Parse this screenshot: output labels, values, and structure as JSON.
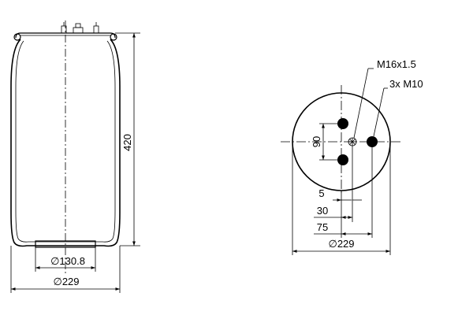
{
  "side_view": {
    "height_label": "420",
    "inner_diameter_label": "130.8",
    "outer_diameter_label": "229",
    "diameter_symbol": "∅"
  },
  "top_view": {
    "thread_callout": "M16x1.5",
    "bolt_callout": "3x M10",
    "vertical_spacing_label": "90",
    "offset_5_label": "5",
    "offset_30_label": "30",
    "offset_75_label": "75",
    "diameter_label": "229",
    "diameter_symbol": "∅"
  }
}
